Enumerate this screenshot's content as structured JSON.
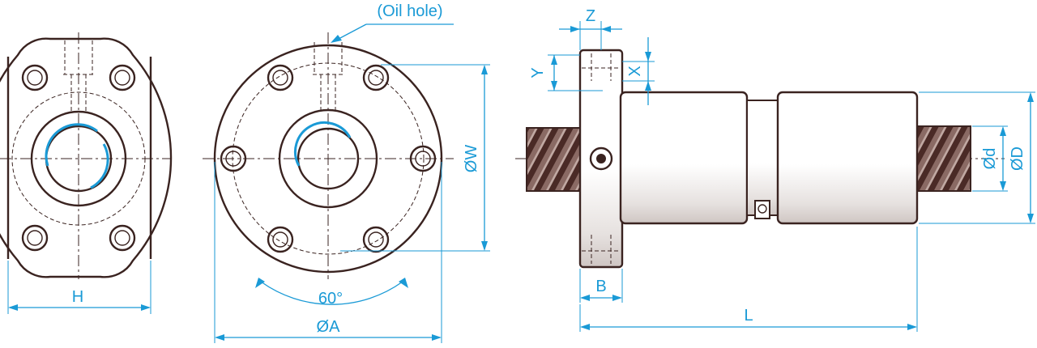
{
  "labels": {
    "oil_hole": "(Oil hole)",
    "h": "H",
    "angle": "60°",
    "a": "ØA",
    "w": "ØW",
    "z": "Z",
    "y": "Y",
    "x": "X",
    "b": "B",
    "l": "L",
    "d": "Ød",
    "big_d": "ØD"
  },
  "colors": {
    "outline": "#3a2320",
    "dimension": "#1a9ad6",
    "background": "#ffffff"
  }
}
